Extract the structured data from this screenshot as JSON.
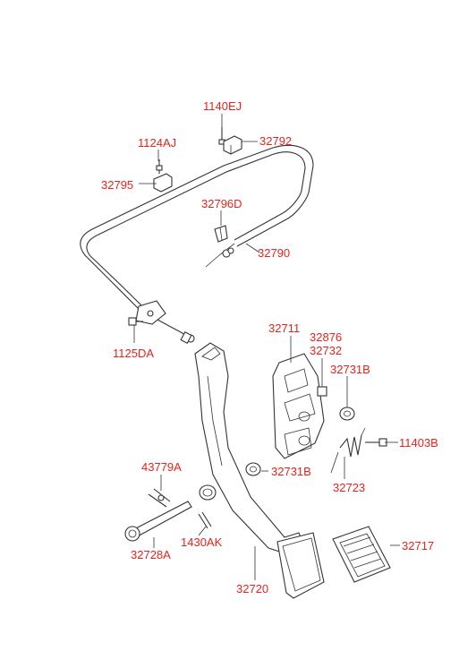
{
  "diagram": {
    "labels": {
      "p1140ej": "1140EJ",
      "p32792": "32792",
      "p1124aj": "1124AJ",
      "p32795": "32795",
      "p32796d": "32796D",
      "p32790": "32790",
      "p1125da": "1125DA",
      "p32711": "32711",
      "p32876": "32876",
      "p32732": "32732",
      "p32731b_top": "32731B",
      "p11403b": "11403B",
      "p43779a": "43779A",
      "p32731b_bottom": "32731B",
      "p32723": "32723",
      "p1430ak": "1430AK",
      "p32728a": "32728A",
      "p32720": "32720",
      "p32717": "32717"
    },
    "label_color": "#e8231c",
    "line_color": "#333333"
  }
}
